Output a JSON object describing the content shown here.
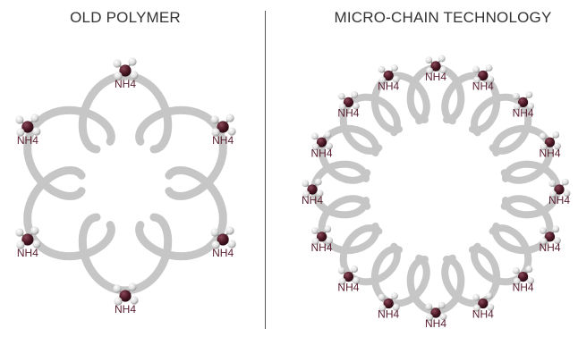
{
  "titles": {
    "left": "OLD POLYMER",
    "right": "MICRO-CHAIN TECHNOLOGY"
  },
  "molecule_label": "NH4",
  "colors": {
    "chain": "#c6c6c6",
    "nitrogen": "#4e1a27",
    "hydrogen": "#e2e2e2",
    "label": "#5a2030",
    "divider": "#555555"
  },
  "diagrams": [
    {
      "name": "old-polymer",
      "loops": 6
    },
    {
      "name": "micro-chain",
      "loops": 16
    }
  ]
}
